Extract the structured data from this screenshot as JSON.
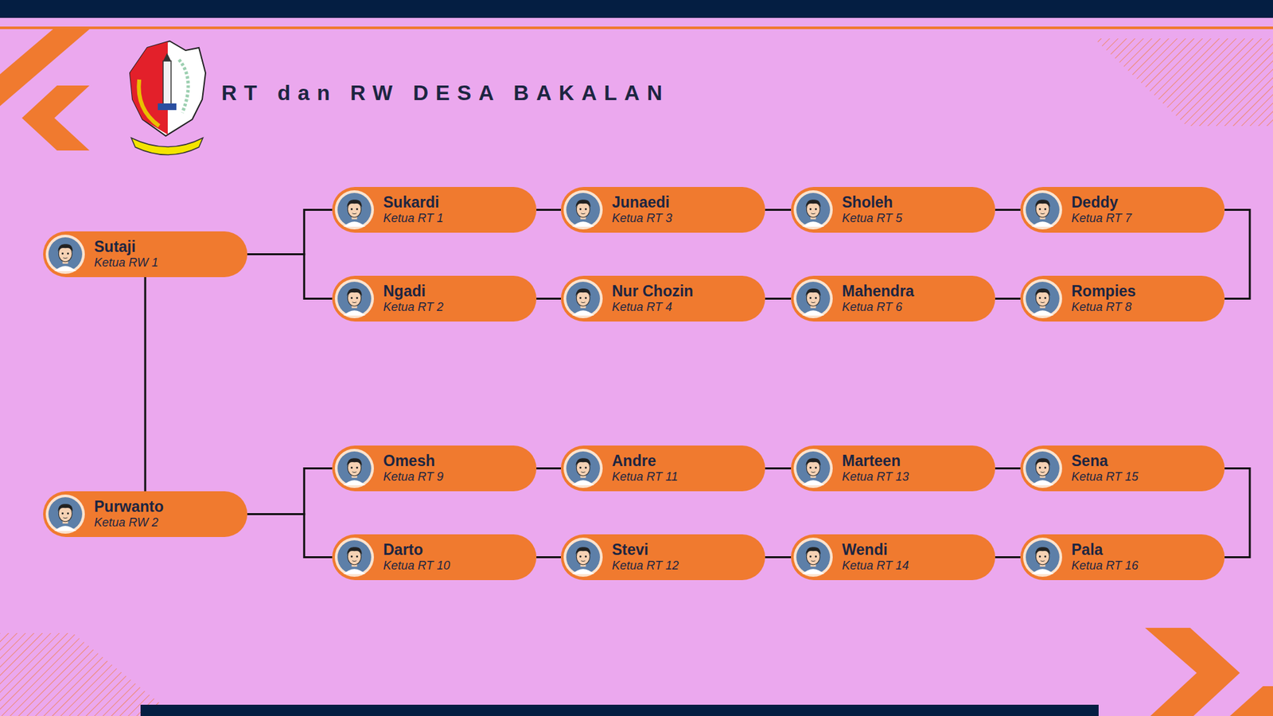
{
  "diagram": {
    "title": "RT dan RW DESA BAKALAN",
    "nodes": [
      {
        "text": [
          "Sutaji",
          "Ketua RW 1"
        ]
      },
      {
        "text": [
          "Sukardi",
          "Ketua RT 1"
        ]
      },
      {
        "text": [
          "Junaedi",
          "Ketua RT 3"
        ]
      },
      {
        "text": [
          "Sholeh",
          "Ketua RT 5"
        ]
      },
      {
        "text": [
          "Deddy",
          "Ketua RT 7"
        ]
      },
      {
        "text": [
          "Ngadi",
          "Ketua RT 2"
        ]
      },
      {
        "text": [
          "Nur Chozin",
          "Ketua RT 4"
        ]
      },
      {
        "text": [
          "Mahendra",
          "Ketua RT 6"
        ]
      },
      {
        "text": [
          "Rompies",
          "Ketua RT 8"
        ]
      },
      {
        "text": [
          "Purwanto",
          "Ketua RW 2"
        ]
      },
      {
        "text": [
          "Omesh",
          "Ketua RT 9"
        ]
      },
      {
        "text": [
          "Andre",
          "Ketua RT 11"
        ]
      },
      {
        "text": [
          "Marteen",
          "Ketua RT 13"
        ]
      },
      {
        "text": [
          "Sena",
          "Ketua RT 15"
        ]
      },
      {
        "text": [
          "Darto",
          "Ketua RT 10"
        ]
      },
      {
        "text": [
          "Stevi",
          "Ketua RT 12"
        ]
      },
      {
        "text": [
          "Wendi",
          "Ketua RT 14"
        ]
      },
      {
        "text": [
          "Pala",
          "Ketua RT 16"
        ]
      }
    ],
    "edges": [
      {
        "from": 0,
        "to": 1,
        "arrow": "none"
      },
      {
        "from": 0,
        "to": 5,
        "arrow": "none"
      },
      {
        "from": 1,
        "to": 2,
        "arrow": "none"
      },
      {
        "from": 2,
        "to": 3,
        "arrow": "none"
      },
      {
        "from": 3,
        "to": 4,
        "arrow": "none"
      },
      {
        "from": 4,
        "to": 8,
        "arrow": "none"
      },
      {
        "from": 8,
        "to": 7,
        "arrow": "none"
      },
      {
        "from": 7,
        "to": 6,
        "arrow": "none"
      },
      {
        "from": 6,
        "to": 5,
        "arrow": "none"
      },
      {
        "from": 0,
        "to": 9,
        "arrow": "none"
      },
      {
        "from": 9,
        "to": 10,
        "arrow": "none"
      },
      {
        "from": 9,
        "to": 14,
        "arrow": "none"
      },
      {
        "from": 10,
        "to": 11,
        "arrow": "none"
      },
      {
        "from": 11,
        "to": 12,
        "arrow": "none"
      },
      {
        "from": 12,
        "to": 13,
        "arrow": "none"
      },
      {
        "from": 13,
        "to": 17,
        "arrow": "none"
      },
      {
        "from": 17,
        "to": 16,
        "arrow": "none"
      },
      {
        "from": 16,
        "to": 15,
        "arrow": "none"
      },
      {
        "from": 15,
        "to": 14,
        "arrow": "none"
      }
    ]
  }
}
